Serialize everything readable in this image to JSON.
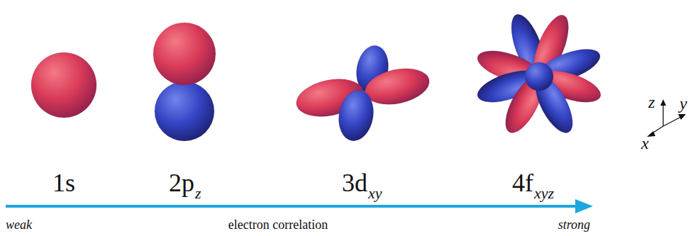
{
  "diagram": {
    "labels": [
      "1s",
      "2p",
      "z",
      "3d",
      "xy",
      "4f",
      "xyz",
      "weak",
      "electron correlation",
      "strong",
      "z",
      "y",
      "x"
    ]
  }
}
